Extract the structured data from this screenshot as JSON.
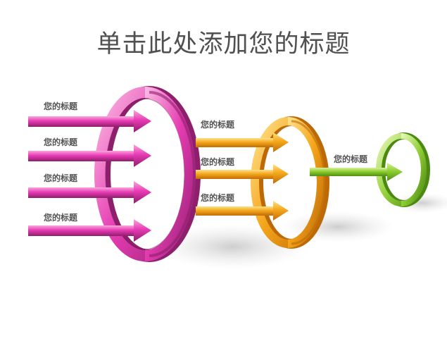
{
  "title": "单击此处添加您的标题",
  "groups": [
    {
      "name": "magenta",
      "colors": {
        "light": "#f9a6dc",
        "mid": "#e83ab4",
        "dark": "#8e1f6c",
        "edge": "#6d1452"
      },
      "arrow_labels": [
        "您的标题",
        "您的标题",
        "您的标题",
        "您的标题"
      ]
    },
    {
      "name": "orange",
      "colors": {
        "light": "#fde088",
        "mid": "#f5a81c",
        "dark": "#c06d08",
        "edge": "#9a5406"
      },
      "arrow_labels": [
        "您的标题",
        "您的标题",
        "您的标题"
      ]
    },
    {
      "name": "green",
      "colors": {
        "light": "#d6f29a",
        "mid": "#8fcf33",
        "dark": "#4f8f12",
        "edge": "#3c700c"
      },
      "arrow_labels": [
        "您的标题"
      ]
    }
  ]
}
